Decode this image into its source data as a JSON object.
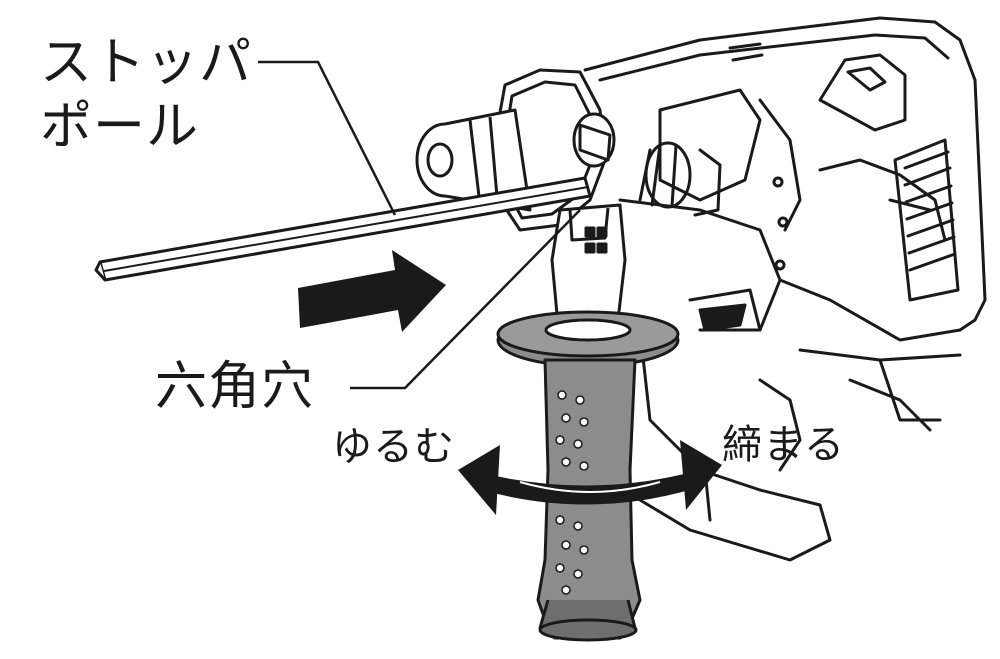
{
  "labels": {
    "stopper_pole_line1": "ストッパ",
    "stopper_pole_line2": "ポール",
    "hex_hole": "六角穴",
    "loosen": "ゆるむ",
    "tighten": "締まる"
  },
  "colors": {
    "ink": "#1a1a1a",
    "grip_gray": "#8c8c8c",
    "grip_dark": "#6e6e6e",
    "background": "#ffffff"
  },
  "icons": [
    "insert-arrow-icon",
    "rotate-double-arrow-icon"
  ]
}
